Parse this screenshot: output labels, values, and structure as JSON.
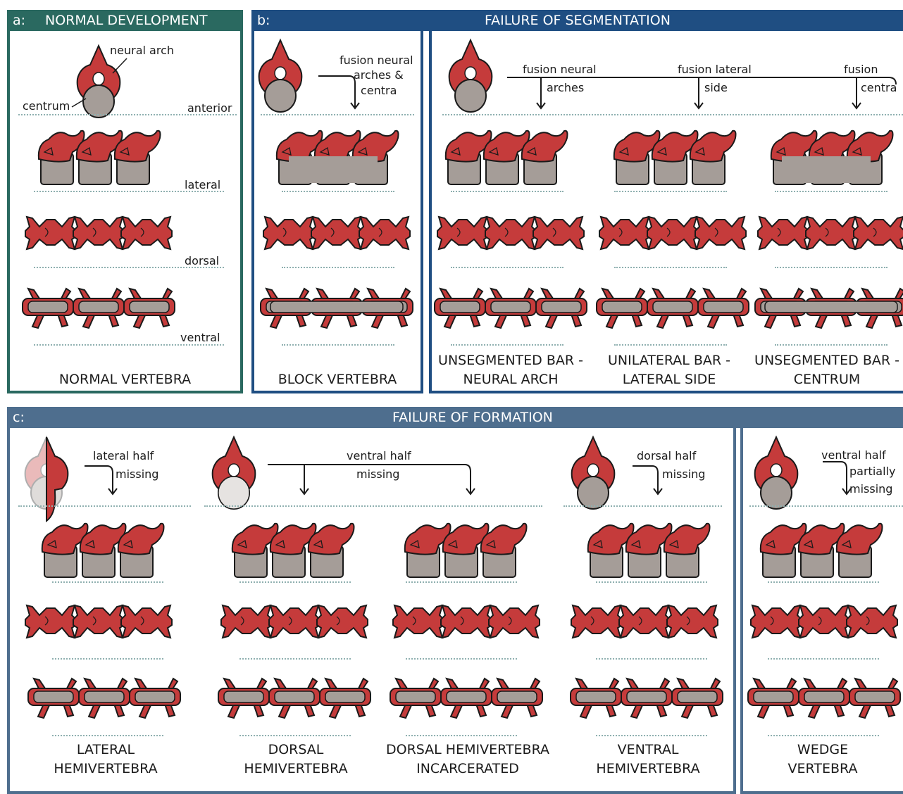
{
  "colors": {
    "normal": "#2a6960",
    "segmentation": "#1f4e82",
    "formation": "#4e6e8e",
    "bone": "#c53b3b",
    "centrum": "#a59d98"
  },
  "panel_a": {
    "tag": "a:",
    "title": "NORMAL DEVELOPMENT",
    "neural_arch": "neural arch",
    "centrum": "centrum",
    "anterior": "anterior",
    "lateral": "lateral",
    "dorsal": "dorsal",
    "ventral": "ventral",
    "caption": "NORMAL VERTEBRA"
  },
  "panel_b": {
    "tag": "b:",
    "title": "FAILURE OF SEGMENTATION",
    "block": {
      "note1": "fusion neural",
      "note2": "arches &",
      "note3": "centra",
      "caption": "BLOCK VERTEBRA"
    },
    "unseg": {
      "note_arches_1": "fusion neural",
      "note_arches_2": "arches",
      "note_lateral_1": "fusion lateral",
      "note_lateral_2": "side",
      "note_centra_1": "fusion",
      "note_centra_2": "centra",
      "cap_arch_1": "UNSEGMENTED BAR -",
      "cap_arch_2": "NEURAL ARCH",
      "cap_lat_1": "UNILATERAL BAR -",
      "cap_lat_2": "LATERAL SIDE",
      "cap_cen_1": "UNSEGMENTED BAR -",
      "cap_cen_2": "CENTRUM"
    }
  },
  "panel_c": {
    "tag": "c:",
    "title": "FAILURE OF FORMATION",
    "lateral_note_1": "lateral half",
    "lateral_note_2": "missing",
    "ventral_note_1": "ventral half",
    "ventral_note_2": "missing",
    "dorsal_note_1": "dorsal half",
    "dorsal_note_2": "missing",
    "wedge_note_1": "ventral half",
    "wedge_note_2": "partially",
    "wedge_note_3": "missing",
    "cap_lat_1": "LATERAL",
    "cap_lat_2": "HEMIVERTEBRA",
    "cap_dor_1": "DORSAL",
    "cap_dor_2": "HEMIVERTEBRA",
    "cap_inc_1": "DORSAL HEMIVERTEBRA",
    "cap_inc_2": "INCARCERATED",
    "cap_ven_1": "VENTRAL",
    "cap_ven_2": "HEMIVERTEBRA",
    "cap_wed_1": "WEDGE",
    "cap_wed_2": "VERTEBRA"
  }
}
